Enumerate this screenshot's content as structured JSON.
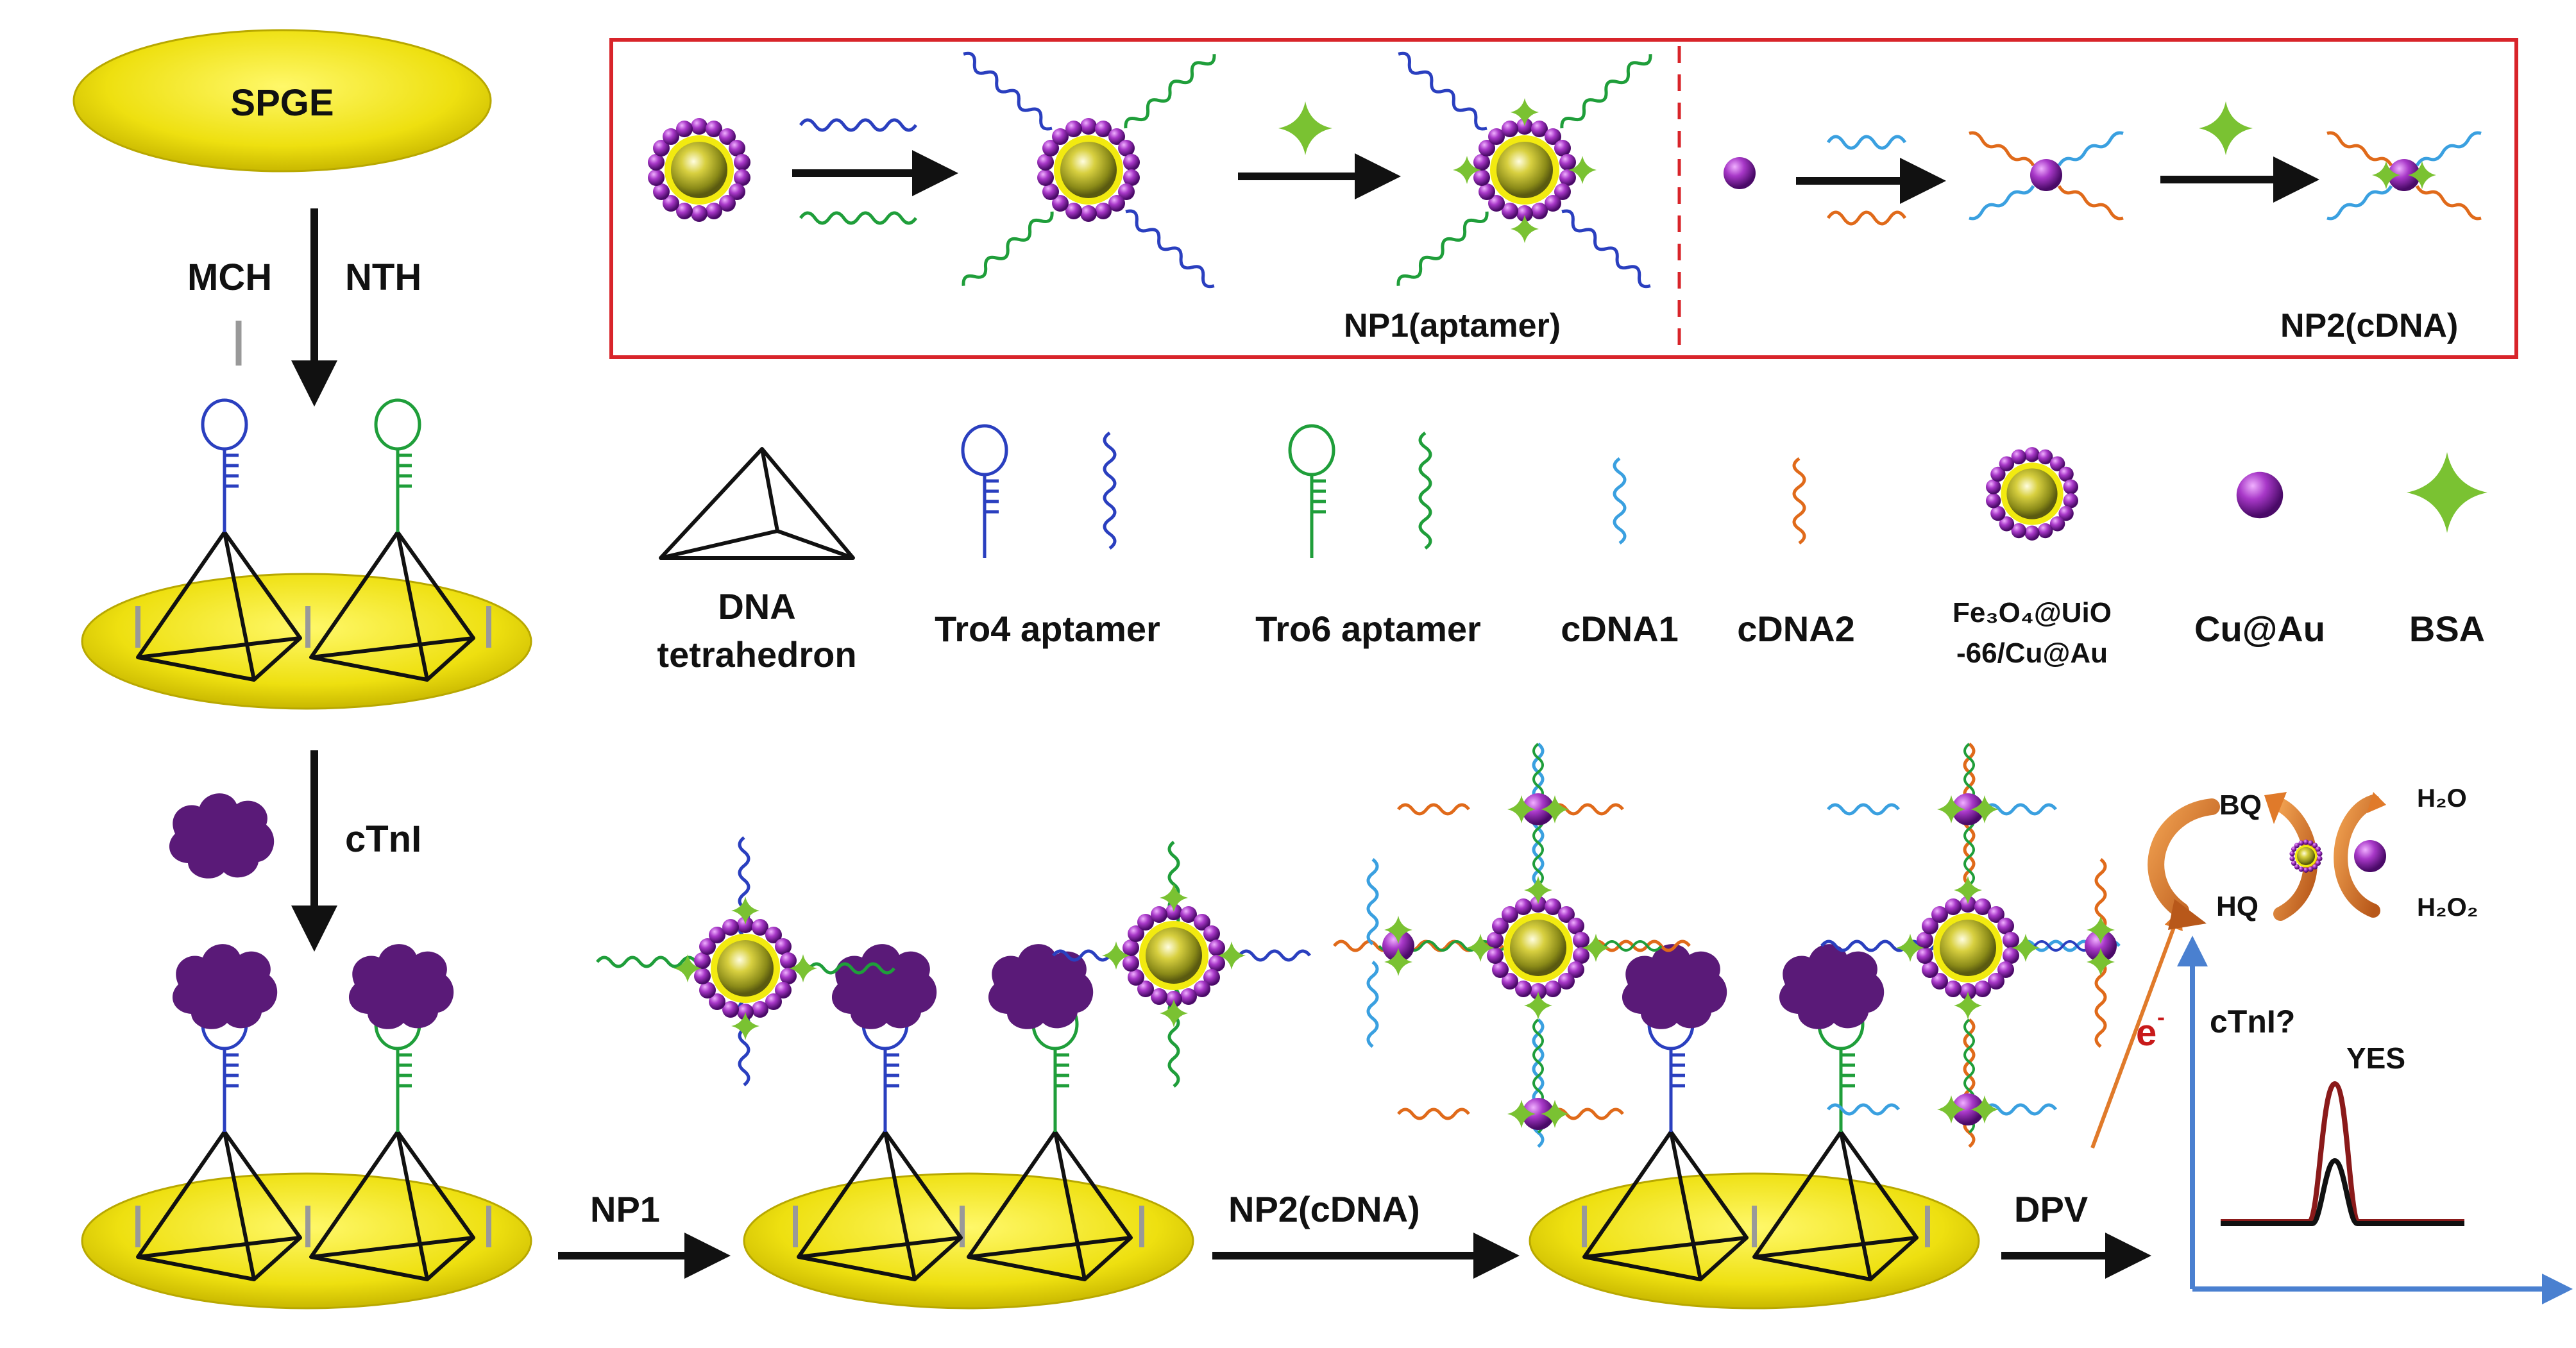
{
  "labels": {
    "spge": "SPGE",
    "mch": "MCH",
    "nth": "NTH",
    "ctni": "cTnI",
    "np1_top": "NP1(aptamer)",
    "np2_top": "NP2(cDNA)",
    "np1_arrow": "NP1",
    "np2_arrow": "NP2(cDNA)",
    "dpv": "DPV",
    "electron": "e",
    "electron_sup": "-",
    "ctni_question": "cTnI?",
    "yes": "YES",
    "bq": "BQ",
    "hq": "HQ",
    "h2o": "H₂O",
    "h2o2": "H₂O₂"
  },
  "legend": {
    "dna_tetrahedron_1": "DNA",
    "dna_tetrahedron_2": "tetrahedron",
    "tro4": "Tro4 aptamer",
    "tro6": "Tro6 aptamer",
    "cdna1": "cDNA1",
    "cdna2": "cDNA2",
    "fe3o4_1": "Fe₃O₄@UiO",
    "fe3o4_2": "-66/Cu@Au",
    "cuau": "Cu@Au",
    "bsa": "BSA"
  },
  "colors": {
    "electrode": "#f2ea10",
    "tro4_blue": "#2a3fbf",
    "tro6_green": "#1f9e3a",
    "cdna1_lightblue": "#3aa0e0",
    "cdna2_orange": "#e06a1a",
    "protein_purple": "#5a1a78",
    "bsa_green": "#7ac232",
    "frame_red": "#d8242a",
    "axis_blue": "#4a80d0",
    "curve_red": "#8a1a1a"
  }
}
